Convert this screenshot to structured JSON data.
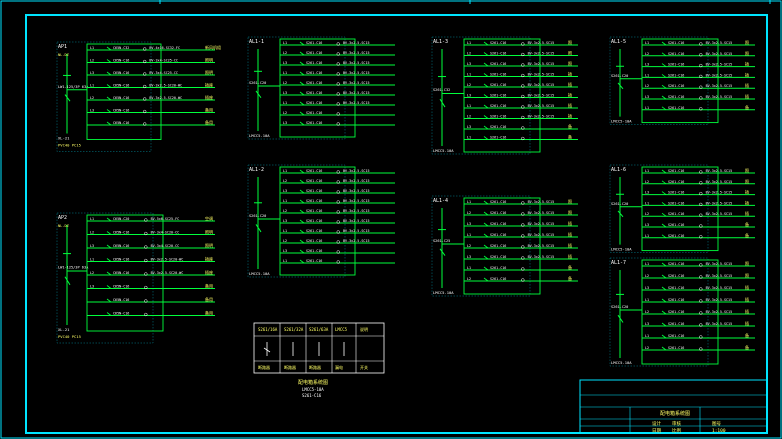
{
  "colors": {
    "background": "#000000",
    "frame": "#00e5ff",
    "bus": "#00ff3c",
    "text": "#ffffff",
    "accent": "#ffff66"
  },
  "panels": [
    {
      "id": "AP1",
      "tag": "AP1",
      "note": "NL-DZ",
      "footer": "XL-21",
      "footer2": "PVC40  PC15",
      "rating": "LW1-125/3P 63A",
      "circuits": [
        {
          "code": "L1",
          "brk": "C65N-C32",
          "load": "BV-4x16-SC32-FC",
          "label": "新风机组"
        },
        {
          "code": "L2",
          "brk": "C65N-C16",
          "load": "BV-3x4-SC25-CC",
          "label": "照明"
        },
        {
          "code": "L3",
          "brk": "C65N-C16",
          "load": "BV-3x4-SC25-CC",
          "label": "照明"
        },
        {
          "code": "L1",
          "brk": "C65N-C16",
          "load": "BV-3x2.5-SC20-WC",
          "label": "插座"
        },
        {
          "code": "L2",
          "brk": "C65N-C16",
          "load": "BV-3x2.5-SC20-WC",
          "label": "插座"
        },
        {
          "code": "L3",
          "brk": "C65N-C16",
          "load": "",
          "label": "备用"
        },
        {
          "code": "",
          "brk": "C65N-C16",
          "load": "",
          "label": "备用"
        }
      ]
    },
    {
      "id": "AP2",
      "tag": "AP2",
      "note": "NL-DZ",
      "footer": "XL-21",
      "footer2": "PVC40  PC15",
      "rating": "LW1-125/3P 63A",
      "circuits": [
        {
          "code": "L1",
          "brk": "C65N-C20",
          "load": "BV-5x6-SC25-FC",
          "label": "空调"
        },
        {
          "code": "L2",
          "brk": "C65N-C16",
          "load": "BV-3x4-SC20-CC",
          "label": "照明"
        },
        {
          "code": "L3",
          "brk": "C65N-C16",
          "load": "BV-3x4-SC20-CC",
          "label": "照明"
        },
        {
          "code": "L1",
          "brk": "C65N-C16",
          "load": "BV-3x2.5-SC20-WC",
          "label": "插座"
        },
        {
          "code": "L2",
          "brk": "C65N-C16",
          "load": "BV-3x2.5-SC20-WC",
          "label": "插座"
        },
        {
          "code": "L3",
          "brk": "C65N-C16",
          "load": "",
          "label": "备用"
        },
        {
          "code": "",
          "brk": "C65N-C16",
          "load": "",
          "label": "备用"
        },
        {
          "code": "",
          "brk": "C65N-C16",
          "load": "",
          "label": "备用"
        }
      ]
    },
    {
      "id": "AL1",
      "tag": "AL1-1",
      "rating": "S261-C20",
      "footer": "LMCC5-10A",
      "circuits": [
        {
          "code": "L1",
          "brk": "S261-C16",
          "load": "BV-3x2.5-SC15"
        },
        {
          "code": "L2",
          "brk": "S261-C16",
          "load": "BV-3x2.5-SC15"
        },
        {
          "code": "L3",
          "brk": "S261-C16",
          "load": "BV-3x2.5-SC15"
        },
        {
          "code": "L1",
          "brk": "S261-C16",
          "load": "BV-3x2.5-SC15"
        },
        {
          "code": "L2",
          "brk": "S261-C16",
          "load": "BV-3x2.5-SC15"
        },
        {
          "code": "L3",
          "brk": "S261-C16",
          "load": "BV-3x2.5-SC15"
        },
        {
          "code": "L1",
          "brk": "S261-C16",
          "load": "BV-3x2.5-SC15"
        },
        {
          "code": "L2",
          "brk": "S261-C16",
          "load": ""
        },
        {
          "code": "L3",
          "brk": "S261-C16",
          "load": ""
        }
      ]
    },
    {
      "id": "AL2",
      "tag": "AL1-2",
      "rating": "S261-C20",
      "footer": "LMCC5-10A",
      "circuits": [
        {
          "code": "L1",
          "brk": "S261-C16",
          "load": "BV-3x2.5-SC15"
        },
        {
          "code": "L2",
          "brk": "S261-C16",
          "load": "BV-3x2.5-SC15"
        },
        {
          "code": "L3",
          "brk": "S261-C16",
          "load": "BV-3x2.5-SC15"
        },
        {
          "code": "L1",
          "brk": "S261-C16",
          "load": "BV-3x2.5-SC15"
        },
        {
          "code": "L2",
          "brk": "S261-C16",
          "load": "BV-3x2.5-SC15"
        },
        {
          "code": "L3",
          "brk": "S261-C16",
          "load": "BV-3x2.5-SC15"
        },
        {
          "code": "L1",
          "brk": "S261-C16",
          "load": "BV-3x2.5-SC15"
        },
        {
          "code": "L2",
          "brk": "S261-C16",
          "load": "BV-3x2.5-SC15"
        },
        {
          "code": "L3",
          "brk": "S261-C16",
          "load": ""
        },
        {
          "code": "L1",
          "brk": "S261-C16",
          "load": ""
        }
      ]
    },
    {
      "id": "AL3",
      "tag": "AL1-3",
      "rating": "S261-C32",
      "footer": "LMCC5-10A",
      "circuits": [
        {
          "code": "L1",
          "brk": "S261-C16",
          "load": "BV-3x2.5-SC15",
          "label": "照"
        },
        {
          "code": "L2",
          "brk": "S261-C16",
          "load": "BV-3x2.5-SC15",
          "label": "照"
        },
        {
          "code": "L3",
          "brk": "S261-C16",
          "load": "BV-3x2.5-SC15",
          "label": "照"
        },
        {
          "code": "L1",
          "brk": "S261-C16",
          "load": "BV-3x2.5-SC15",
          "label": "插"
        },
        {
          "code": "L2",
          "brk": "S261-C16",
          "load": "BV-3x2.5-SC15",
          "label": "插"
        },
        {
          "code": "L3",
          "brk": "S261-C16",
          "load": "BV-3x2.5-SC15",
          "label": "插"
        },
        {
          "code": "L1",
          "brk": "S261-C16",
          "load": "BV-3x2.5-SC15",
          "label": "插"
        },
        {
          "code": "L2",
          "brk": "S261-C16",
          "load": "BV-3x2.5-SC15",
          "label": "插"
        },
        {
          "code": "L3",
          "brk": "S261-C16",
          "load": "",
          "label": "备"
        },
        {
          "code": "L1",
          "brk": "S261-C16",
          "load": "",
          "label": "备"
        }
      ]
    },
    {
      "id": "AL4",
      "tag": "AL1-4",
      "rating": "S261-C25",
      "footer": "LMCC5-10A",
      "circuits": [
        {
          "code": "L1",
          "brk": "S261-C16",
          "load": "BV-3x2.5-SC15",
          "label": "照"
        },
        {
          "code": "L2",
          "brk": "S261-C16",
          "load": "BV-3x2.5-SC15",
          "label": "照"
        },
        {
          "code": "L3",
          "brk": "S261-C16",
          "load": "BV-3x2.5-SC15",
          "label": "插"
        },
        {
          "code": "L1",
          "brk": "S261-C16",
          "load": "BV-3x2.5-SC15",
          "label": "插"
        },
        {
          "code": "L2",
          "brk": "S261-C16",
          "load": "BV-3x2.5-SC15",
          "label": "插"
        },
        {
          "code": "L3",
          "brk": "S261-C16",
          "load": "BV-3x2.5-SC15",
          "label": "插"
        },
        {
          "code": "L1",
          "brk": "S261-C16",
          "load": "",
          "label": "备"
        },
        {
          "code": "L2",
          "brk": "S261-C16",
          "load": "",
          "label": "备"
        }
      ]
    },
    {
      "id": "AL5",
      "tag": "AL1-5",
      "rating": "S261-C20",
      "footer": "LMCC5-10A",
      "circuits": [
        {
          "code": "L1",
          "brk": "S261-C16",
          "load": "BV-3x2.5-SC15",
          "label": "照"
        },
        {
          "code": "L2",
          "brk": "S261-C16",
          "load": "BV-3x2.5-SC15",
          "label": "照"
        },
        {
          "code": "L3",
          "brk": "S261-C16",
          "load": "BV-3x2.5-SC15",
          "label": "插"
        },
        {
          "code": "L1",
          "brk": "S261-C16",
          "load": "BV-3x2.5-SC15",
          "label": "插"
        },
        {
          "code": "L2",
          "brk": "S261-C16",
          "load": "BV-3x2.5-SC15",
          "label": "插"
        },
        {
          "code": "L3",
          "brk": "S261-C16",
          "load": "BV-3x2.5-SC15",
          "label": "插"
        },
        {
          "code": "L1",
          "brk": "S261-C16",
          "load": "",
          "label": "备"
        }
      ]
    },
    {
      "id": "AL6",
      "tag": "AL1-6",
      "rating": "S261-C20",
      "footer": "LMCC5-10A",
      "circuits": [
        {
          "code": "L1",
          "brk": "S261-C16",
          "load": "BV-3x2.5-SC15",
          "label": "照"
        },
        {
          "code": "L2",
          "brk": "S261-C16",
          "load": "BV-3x2.5-SC15",
          "label": "照"
        },
        {
          "code": "L3",
          "brk": "S261-C16",
          "load": "BV-3x2.5-SC15",
          "label": "插"
        },
        {
          "code": "L1",
          "brk": "S261-C16",
          "load": "BV-3x2.5-SC15",
          "label": "插"
        },
        {
          "code": "L2",
          "brk": "S261-C16",
          "load": "BV-3x2.5-SC15",
          "label": "插"
        },
        {
          "code": "L3",
          "brk": "S261-C16",
          "load": "",
          "label": "备"
        },
        {
          "code": "L1",
          "brk": "S261-C16",
          "load": "",
          "label": "备"
        }
      ]
    },
    {
      "id": "AL7",
      "tag": "AL1-7",
      "rating": "S261-C20",
      "footer": "LMCC5-10A",
      "circuits": [
        {
          "code": "L1",
          "brk": "S261-C16",
          "load": "BV-3x2.5-SC15",
          "label": "照"
        },
        {
          "code": "L2",
          "brk": "S261-C16",
          "load": "BV-3x2.5-SC15",
          "label": "照"
        },
        {
          "code": "L3",
          "brk": "S261-C16",
          "load": "BV-3x2.5-SC15",
          "label": "插"
        },
        {
          "code": "L1",
          "brk": "S261-C16",
          "load": "BV-3x2.5-SC15",
          "label": "插"
        },
        {
          "code": "L2",
          "brk": "S261-C16",
          "load": "BV-3x2.5-SC15",
          "label": "插"
        },
        {
          "code": "L3",
          "brk": "S261-C16",
          "load": "BV-3x2.5-SC15",
          "label": "插"
        },
        {
          "code": "L1",
          "brk": "S261-C16",
          "load": "",
          "label": "备"
        },
        {
          "code": "L2",
          "brk": "S261-C16",
          "load": "",
          "label": "备"
        }
      ]
    }
  ],
  "legend": {
    "headers": [
      "S261/16A",
      "S261/32A",
      "S261/63A",
      "LMCC5",
      "说明"
    ],
    "row": [
      "断路器",
      "断路器",
      "断路器",
      "漏电",
      "开关"
    ],
    "title": "配电箱系统图",
    "sub": "LMCC5-10A",
    "sub2": "S261-C16"
  },
  "title_block": {
    "name": "配电箱系统图",
    "row1": [
      "设计",
      "审核",
      "图号"
    ],
    "row2": [
      "日期",
      "比例",
      "1:100"
    ]
  }
}
